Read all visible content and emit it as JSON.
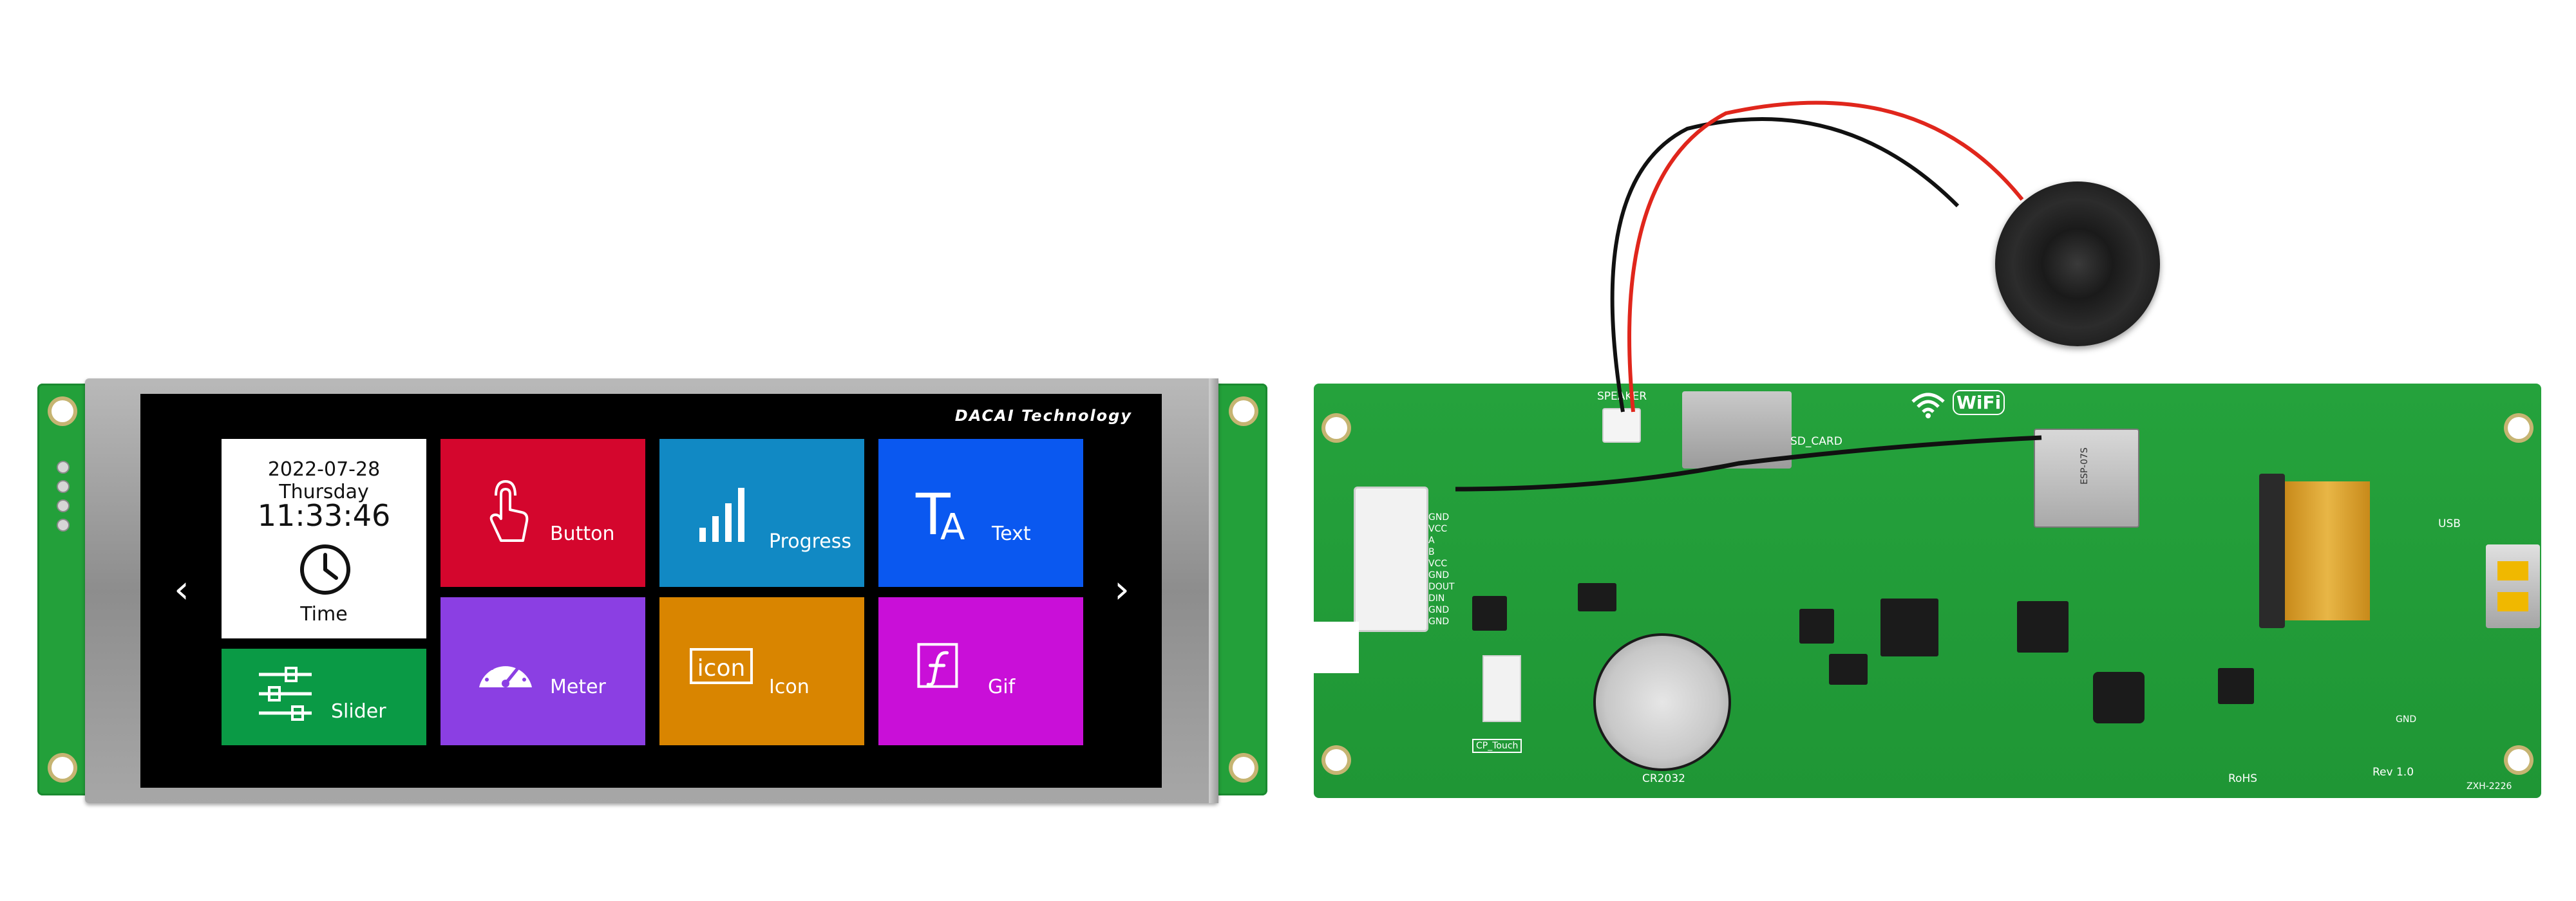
{
  "display": {
    "brand": "DACAI Technology",
    "nav": {
      "prev": "‹",
      "next": "›"
    },
    "time_tile": {
      "date": "2022-07-28 Thursday",
      "time": "11:33:46",
      "label": "Time"
    },
    "tiles": [
      {
        "label": "Button",
        "color": "#d4062d",
        "icon": "touch-hand-icon"
      },
      {
        "label": "Progress",
        "color": "#1189c4",
        "icon": "signal-bars-icon"
      },
      {
        "label": "Text",
        "color": "#0a58f0",
        "icon": "text-ta-icon"
      },
      {
        "label": "Slider",
        "color": "#0a9a45",
        "icon": "slider-icon"
      },
      {
        "label": "Meter",
        "color": "#8b3fe3",
        "icon": "gauge-icon"
      },
      {
        "label": "Icon",
        "color": "#d98500",
        "icon": "icon-box-icon"
      },
      {
        "label": "Gif",
        "color": "#c90fd8",
        "icon": "flash-f-icon"
      }
    ]
  },
  "board": {
    "speaker_label": "SPEAKER",
    "sd_label": "SD_CARD",
    "wifi_label": "WiFi",
    "module_label": "ESP-07S",
    "usb_label": "USB",
    "cp_label": "CP_Touch",
    "battery_label": "CR2032",
    "rohs_label": "RoHS",
    "rev_label": "Rev 1.0",
    "gnd_label": "GND",
    "part_label": "ZXH-2226",
    "connector_pins": [
      "GND",
      "VCC",
      "A",
      "B",
      "VCC",
      "GND",
      "DOUT",
      "DIN",
      "GND",
      "GND"
    ]
  },
  "colors": {
    "pcb": "#23a03a",
    "screen": "#000000",
    "bezel": "#9a9a9a",
    "wire_red": "#e0261c",
    "wire_black": "#111111"
  }
}
